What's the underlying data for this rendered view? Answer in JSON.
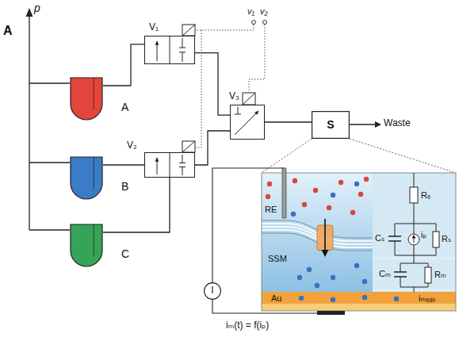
{
  "diagram": {
    "nodes": [
      {
        "text": [
          "A"
        ]
      },
      {
        "text": [
          "B"
        ]
      },
      {
        "text": [
          "C"
        ]
      },
      {
        "text": [
          "V₁"
        ]
      },
      {
        "text": [
          "V₂"
        ]
      },
      {
        "text": [
          "V₃"
        ]
      },
      {
        "text": [
          "S"
        ]
      },
      {
        "text": [
          "I"
        ]
      }
    ],
    "edges": [
      {
        "from": 0,
        "to": 3,
        "arrow": "none"
      },
      {
        "from": 1,
        "to": 4,
        "arrow": "none"
      },
      {
        "from": 2,
        "to": 4,
        "arrow": "none"
      },
      {
        "from": 3,
        "to": 5,
        "arrow": "none"
      },
      {
        "from": 4,
        "to": 5,
        "arrow": "none"
      },
      {
        "from": 5,
        "to": 6,
        "arrow": "none"
      }
    ],
    "labels": [
      "A",
      "p",
      "v₁",
      "v₂",
      "Waste",
      "RE",
      "SSM",
      "Au",
      "Rₑ",
      "iₚ",
      "Cₛ",
      "Rₛ",
      "Cₘ",
      "Rₘ",
      "iₘₑₐₛ",
      "iₘ(t) = f(iₚ)"
    ]
  }
}
